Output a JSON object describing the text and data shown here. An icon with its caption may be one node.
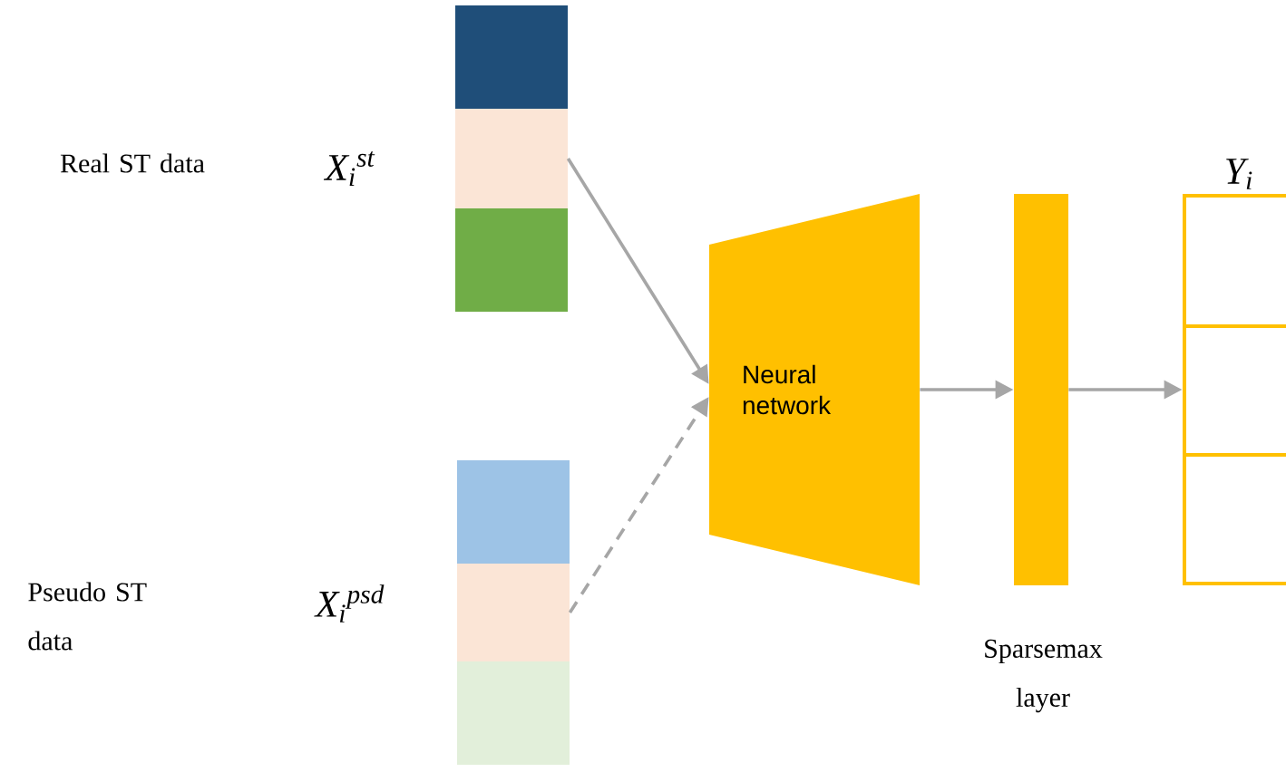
{
  "diagram": {
    "nodes": [
      {
        "text": [],
        "shape": "bar"
      },
      {
        "text": [],
        "shape": "bar"
      },
      {
        "text": [
          "Neural network"
        ]
      },
      {
        "text": [],
        "shape": "bar",
        "beside": [
          "Sparsemax layer"
        ]
      },
      {
        "text": [],
        "shape": "box",
        "beside": [
          "Y$_{i}$"
        ]
      }
    ],
    "edges": [
      {
        "from": 0,
        "to": 2,
        "arrow": "to"
      },
      {
        "from": 1,
        "to": 2,
        "arrow": "to",
        "style": "dashed"
      },
      {
        "from": 2,
        "to": 3,
        "arrow": "to"
      },
      {
        "from": 3,
        "to": 4,
        "arrow": "to"
      }
    ],
    "labels": [
      "Real ST data",
      "X$_{i}$$^{st}$",
      "Pseudo ST data",
      "X$_{i}$$^{psd}$"
    ]
  }
}
